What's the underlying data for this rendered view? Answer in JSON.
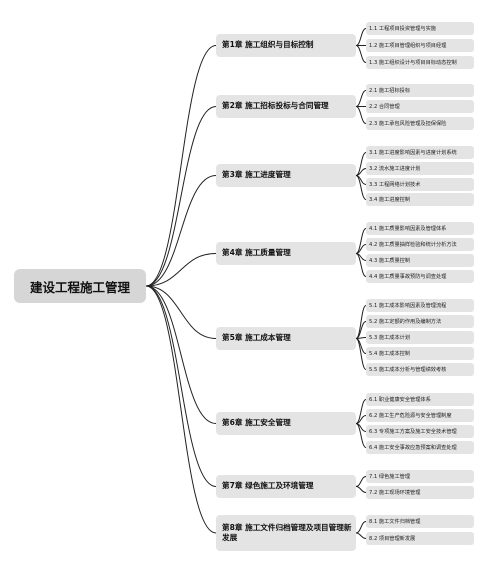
{
  "mindmap": {
    "root": "建设工程施工管理",
    "chapters": [
      {
        "label": "第1章  施工组织与目标控制",
        "sections": [
          "1.1 工程项目投资管理与实施",
          "1.2 施工项目管理组织与项目经理",
          "1.3 施工组织设计与项目目标动态控制"
        ]
      },
      {
        "label": "第2章  施工招标投标与合同管理",
        "sections": [
          "2.1 施工招标投标",
          "2.2 合同管理",
          "2.3 施工承包风险管理及担保保险"
        ]
      },
      {
        "label": "第3章  施工进度管理",
        "sections": [
          "3.1 施工进度影响因素与进度计划系统",
          "3.2 流水施工进度计划",
          "3.3 工程网络计划技术",
          "3.4 施工进度控制"
        ]
      },
      {
        "label": "第4章  施工质量管理",
        "sections": [
          "4.1 施工质量影响因素及管理体系",
          "4.2 施工质量抽样检验和统计分析方法",
          "4.3 施工质量控制",
          "4.4 施工质量事故预防与调查处理"
        ]
      },
      {
        "label": "第5章  施工成本管理",
        "sections": [
          "5.1 施工成本影响因素及管理流程",
          "5.2 施工定额的作用及编制方法",
          "5.3 施工成本计划",
          "5.4 施工成本控制",
          "5.5 施工成本分析与管理绩效考核"
        ]
      },
      {
        "label": "第6章  施工安全管理",
        "sections": [
          "6.1 职业健康安全管理体系",
          "6.2 施工生产危险源与安全管理制度",
          "6.3 专项施工方案及施工安全技术管理",
          "6.4 施工安全事故应急预案和调查处理"
        ]
      },
      {
        "label": "第7章  绿色施工及环境管理",
        "sections": [
          "7.1 绿色施工管理",
          "7.2 施工现场环境管理"
        ]
      },
      {
        "label": "第8章  施工文件归档管理及项目管理新发展",
        "sections": [
          "8.1 施工文件归档管理",
          "8.2 项目管理新发展"
        ]
      }
    ]
  }
}
